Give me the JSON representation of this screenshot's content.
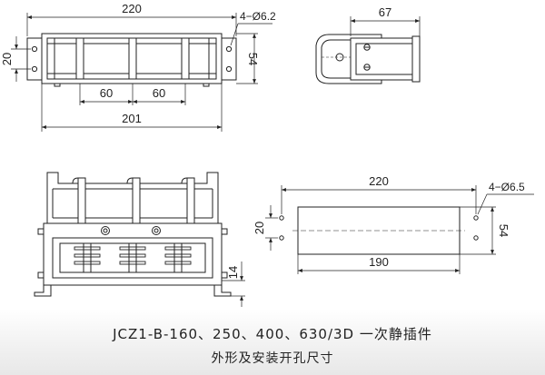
{
  "top_view": {
    "dim_total_width": "220",
    "dim_holes": "4−Ø6.2",
    "dim_height_left": "20",
    "dim_height_right": "54",
    "dim_spacing_1": "60",
    "dim_spacing_2": "60",
    "dim_base_width": "201"
  },
  "side_view": {
    "dim_depth": "67"
  },
  "front_view": {
    "dim_mount_height": "14"
  },
  "cutout_view": {
    "dim_total_width": "220",
    "dim_holes": "4−Ø6.5",
    "dim_height_left": "20",
    "dim_height_right": "54",
    "dim_cutout_width": "190"
  },
  "caption": {
    "line1": "JCZ1-B-160、250、400、630/3D 一次静插件",
    "line2": "外形及安装开孔尺寸"
  }
}
